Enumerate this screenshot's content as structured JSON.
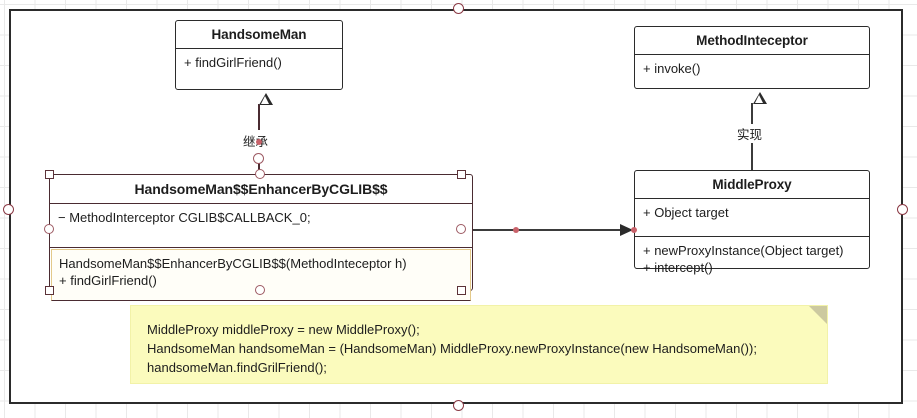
{
  "diagram": {
    "type": "uml-class-diagram",
    "classes": [
      {
        "id": "handsome-man",
        "name": "HandsomeMan",
        "attributes": [],
        "operations": [
          "+ findGirlFriend()"
        ]
      },
      {
        "id": "method-inteceptor",
        "name": "MethodInteceptor",
        "attributes": [],
        "operations": [
          "+ invoke()"
        ]
      },
      {
        "id": "cglib-enhancer",
        "name": "HandsomeMan$$EnhancerByCGLIB$$",
        "attributes": [
          "−  MethodInterceptor CGLIB$CALLBACK_0;"
        ],
        "operations": [
          "HandsomeMan$$EnhancerByCGLIB$$(MethodInteceptor h)",
          "+ findGirlFriend()"
        ],
        "selected": true
      },
      {
        "id": "middle-proxy",
        "name": "MiddleProxy",
        "attributes": [
          "+ Object target"
        ],
        "operations": [
          "+ newProxyInstance(Object target)",
          "+ intercept()"
        ]
      }
    ],
    "connectors": [
      {
        "id": "inheritance",
        "label": "继承",
        "from": "cglib-enhancer",
        "to": "handsome-man",
        "arrow": "hollow-triangle"
      },
      {
        "id": "realization",
        "label": "实现",
        "from": "middle-proxy",
        "to": "method-inteceptor",
        "arrow": "hollow-triangle"
      },
      {
        "id": "association",
        "label": "",
        "from": "cglib-enhancer",
        "to": "middle-proxy",
        "arrow": "solid-arrow"
      }
    ],
    "note": {
      "id": "code-note",
      "lines": [
        "MiddleProxy middleProxy = new MiddleProxy();",
        "HandsomeMan handsomeMan = (HandsomeMan) MiddleProxy.newProxyInstance(new HandsomeMan());",
        "handsomeMan.findGrilFriend();"
      ]
    },
    "colors": {
      "stroke": "#2b2b2b",
      "selection": "#5c3238",
      "selection_highlight": "#e3c98a",
      "handle_dot": "#c8626a",
      "note_background": "#fbfbbd",
      "note_fold": "#ccc9a0",
      "canvas": "#ffffff"
    }
  }
}
